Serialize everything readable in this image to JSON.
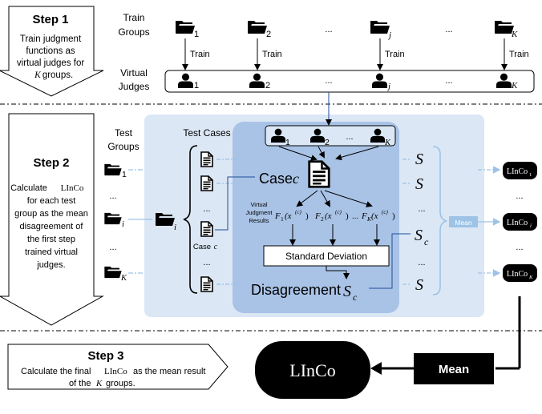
{
  "colors": {
    "panel": "#dbe7f5",
    "inner_panel": "#a9c3e6",
    "accent_line": "#9dc3e6",
    "mean_badge": "#9dc3e6",
    "black": "#000000",
    "white": "#ffffff"
  },
  "icons": {
    "folder": "folder-icon",
    "judge": "person-icon",
    "document": "document-icon"
  },
  "step1": {
    "title": "Step 1",
    "lines": [
      "Train judgment",
      "functions as",
      "virtual judges for",
      "groups."
    ],
    "k": "K",
    "train_groups_label": [
      "Train",
      "Groups"
    ],
    "virtual_judges_label": [
      "Virtual",
      "Judges"
    ],
    "subscripts": [
      "1",
      "2",
      "j",
      "K"
    ],
    "train_label": "Train",
    "ellipsis": "..."
  },
  "step2": {
    "title": "Step 2",
    "lines": [
      "Calculate",
      "LInCo",
      "for each test",
      "group as the mean",
      "disagreement of",
      "the first step",
      "trained virtual",
      "judges."
    ],
    "test_groups_label": [
      "Test",
      "Groups"
    ],
    "test_group_subscripts": [
      "1",
      "i",
      "K"
    ],
    "group_i_subscript": "i",
    "test_cases_label": "Test Cases",
    "case_c_small": "Case",
    "case_c_var": "c",
    "case_big_label": "Case",
    "judge_subscripts": [
      "1",
      "2",
      "K"
    ],
    "virtual_results_label": [
      "Virtual",
      "Judgment",
      "Results"
    ],
    "f_labels": [
      "F",
      "F",
      "F"
    ],
    "f_subscripts": [
      "1",
      "2",
      "K"
    ],
    "x_arg": "(x",
    "x_sup": "(c)",
    "std_label": "Standard Deviation",
    "disagreement_label": "Disagreement",
    "s_label": "S",
    "s_sub": "c",
    "mean_badge": "Mean",
    "linco_label": "LInCo",
    "linco_subs": [
      "1",
      "i",
      "K"
    ],
    "ellipsis": "..."
  },
  "step3": {
    "title": "Step 3",
    "line1": "Calculate the final",
    "line1_b": "LInCo",
    "line1_c": "as the mean result",
    "line2_a": "of the",
    "line2_k": "K",
    "line2_b": "groups.",
    "final_label": "LInCo",
    "mean_label": "Mean"
  }
}
